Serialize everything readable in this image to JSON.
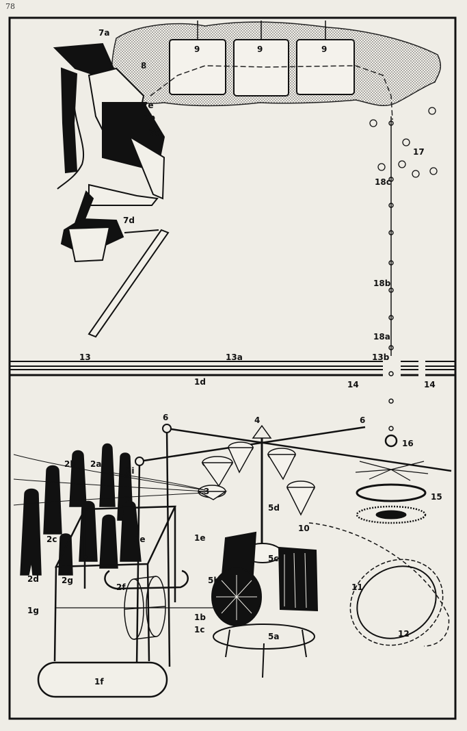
{
  "page_number": "78",
  "labels": {
    "l7a": "7a",
    "l8": "8",
    "l9a": "9",
    "l9b": "9",
    "l9c": "9",
    "l7e": "7e",
    "l7b": "7b",
    "l7c": "7c",
    "l7d": "7d",
    "l17": "17",
    "l18c": "18c",
    "l18b": "18b",
    "l18a": "18a",
    "l13": "13",
    "l13a": "13a",
    "l13b": "13b",
    "l1d": "1d",
    "l14a": "14",
    "l14b": "14",
    "l6a": "6",
    "l6b": "6",
    "l4": "4",
    "l16": "16",
    "l2b": "2b",
    "l2a": "2a",
    "l2i": "2i",
    "l3": "3",
    "l5d": "5d",
    "l15": "15",
    "l10": "10",
    "l1e": "1e",
    "l2c": "2c",
    "l2h": "2h",
    "l2e": "2e",
    "l5c": "5c",
    "l2d": "2d",
    "l2g": "2g",
    "l2f": "2f",
    "l5b": "5b",
    "l11": "11",
    "l1g": "1g",
    "l1b": "1b",
    "l1c": "1c",
    "l5a": "5a",
    "l12": "12",
    "l1f": "1f"
  }
}
